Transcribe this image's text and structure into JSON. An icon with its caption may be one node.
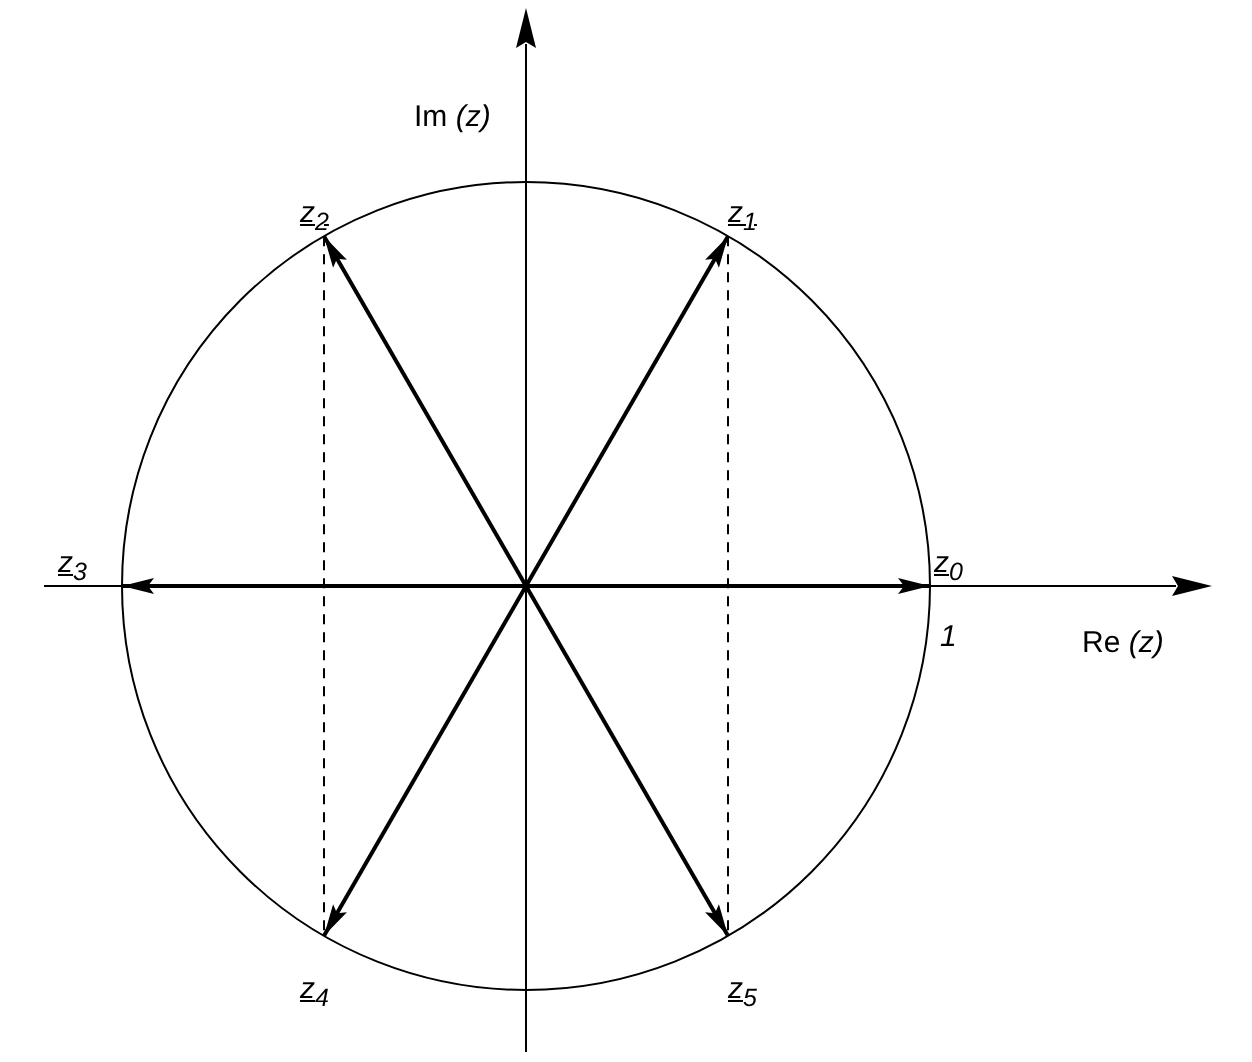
{
  "diagram": {
    "nodes": [
      {
        "text": [],
        "shape": "circle"
      },
      {
        "text": [
          "z$_{0}$"
        ]
      },
      {
        "text": [
          "z$_{1}$"
        ]
      },
      {
        "text": [
          "z$_{2}$"
        ]
      },
      {
        "text": [
          "z$_{3}$"
        ]
      },
      {
        "text": [
          "z$_{4}$"
        ]
      },
      {
        "text": [
          "z$_{5}$"
        ]
      }
    ],
    "edges": [
      {
        "from": 0,
        "to": 1,
        "arrow": "to"
      },
      {
        "from": 0,
        "to": 2,
        "arrow": "to"
      },
      {
        "from": 0,
        "to": 3,
        "arrow": "to"
      },
      {
        "from": 0,
        "to": 4,
        "arrow": "to"
      },
      {
        "from": 0,
        "to": 5,
        "arrow": "to"
      },
      {
        "from": 0,
        "to": 6,
        "arrow": "to"
      },
      {
        "from": 2,
        "to": 6,
        "arrow": "none",
        "style": "dashed"
      },
      {
        "from": 3,
        "to": 5,
        "arrow": "none",
        "style": "dashed"
      }
    ],
    "labels": [
      "Im *(z)*",
      "1",
      "Re *(z)*"
    ]
  }
}
